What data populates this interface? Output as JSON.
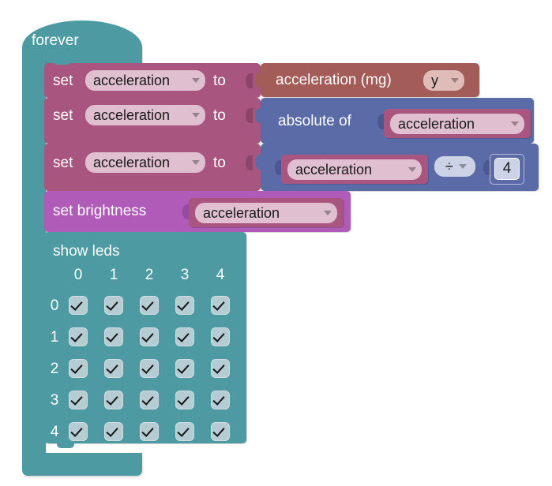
{
  "workspace": {
    "background": "#ffffff"
  },
  "palette": {
    "loops_teal": "#4e9aa3",
    "variables_rose": "#a8557f",
    "input_brown": "#a35c58",
    "math_blue": "#5b6ba8",
    "led_magenta": "#b05bb8",
    "field_light_rose": "#e0bfd0",
    "field_light_blue": "#ccd3e6",
    "field_light_tan": "#e0bcb9",
    "led_cell": "#b6ccd3",
    "text_light": "#ffffff",
    "text_dark": "#1a1a1a"
  },
  "blocks": {
    "forever": {
      "label": "forever",
      "kind": "loop-hat"
    },
    "set_row_1": {
      "set_label": "set",
      "variable": "acceleration",
      "to_label": "to",
      "value": {
        "kind": "input-reporter",
        "label": "acceleration (mg)",
        "axis": "y"
      }
    },
    "set_row_2": {
      "set_label": "set",
      "variable": "acceleration",
      "to_label": "to",
      "value": {
        "kind": "math-abs",
        "label": "absolute of",
        "operand": "acceleration"
      }
    },
    "set_row_3": {
      "set_label": "set",
      "variable": "acceleration",
      "to_label": "to",
      "value": {
        "kind": "math-arithmetic",
        "left_operand": "acceleration",
        "operator": "÷",
        "right_operand": "4"
      }
    },
    "set_brightness": {
      "label": "set brightness",
      "value": "acceleration"
    },
    "show_leds": {
      "label": "show leds",
      "column_headers": [
        "0",
        "1",
        "2",
        "3",
        "4"
      ],
      "row_headers": [
        "0",
        "1",
        "2",
        "3",
        "4"
      ],
      "matrix": [
        [
          true,
          true,
          true,
          true,
          true
        ],
        [
          true,
          true,
          true,
          true,
          true
        ],
        [
          true,
          true,
          true,
          true,
          true
        ],
        [
          true,
          true,
          true,
          true,
          true
        ],
        [
          true,
          true,
          true,
          true,
          true
        ]
      ]
    }
  },
  "icons": {
    "dropdown_caret": "chevron-down-icon",
    "led_check": "check-icon"
  }
}
